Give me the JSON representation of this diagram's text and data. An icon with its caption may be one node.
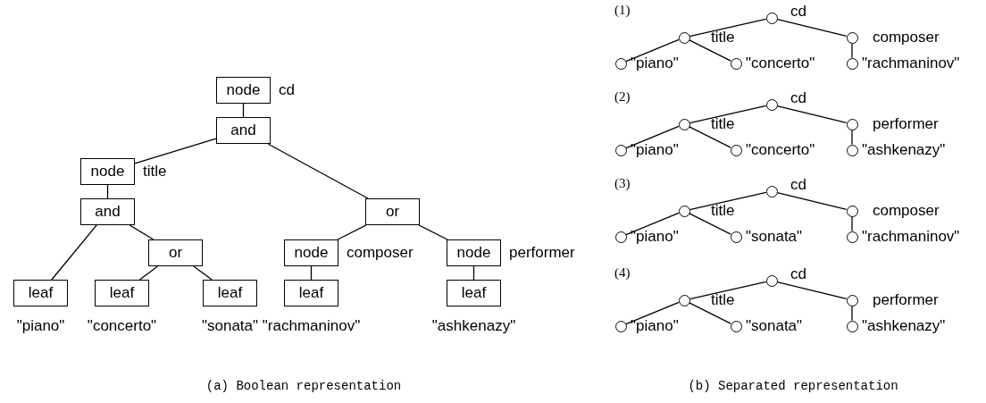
{
  "diagram": {
    "nodes": [
      {
        "text": [
          "node"
        ],
        "beside": [
          "cd"
        ]
      },
      {
        "text": [
          "and"
        ]
      },
      {
        "text": [
          "node"
        ],
        "beside": [
          "title"
        ]
      },
      {
        "text": [
          "and"
        ]
      },
      {
        "text": [
          "or"
        ]
      },
      {
        "text": [
          "leaf"
        ],
        "beside": [
          "\"piano\""
        ]
      },
      {
        "text": [
          "leaf"
        ],
        "beside": [
          "\"concerto\""
        ]
      },
      {
        "text": [
          "leaf"
        ],
        "beside": [
          "\"sonata\""
        ]
      },
      {
        "text": [
          "or"
        ]
      },
      {
        "text": [
          "node"
        ],
        "beside": [
          "composer"
        ]
      },
      {
        "text": [
          "leaf"
        ],
        "beside": [
          "\"rachmaninov\""
        ]
      },
      {
        "text": [
          "node"
        ],
        "beside": [
          "performer"
        ]
      },
      {
        "text": [
          "leaf"
        ],
        "beside": [
          "\"ashkenazy\""
        ]
      },
      {
        "text": [],
        "shape": "circle",
        "beside": [
          "cd"
        ]
      },
      {
        "text": [],
        "shape": "circle",
        "beside": [
          "title"
        ]
      },
      {
        "text": [],
        "shape": "circle",
        "beside": [
          "\"piano\""
        ]
      },
      {
        "text": [],
        "shape": "circle",
        "beside": [
          "\"concerto\""
        ]
      },
      {
        "text": [],
        "shape": "circle",
        "beside": [
          "composer"
        ]
      },
      {
        "text": [],
        "shape": "circle",
        "beside": [
          "\"rachmaninov\""
        ]
      },
      {
        "text": [],
        "shape": "circle",
        "beside": [
          "cd"
        ]
      },
      {
        "text": [],
        "shape": "circle",
        "beside": [
          "title"
        ]
      },
      {
        "text": [],
        "shape": "circle",
        "beside": [
          "\"piano\""
        ]
      },
      {
        "text": [],
        "shape": "circle",
        "beside": [
          "\"concerto\""
        ]
      },
      {
        "text": [],
        "shape": "circle",
        "beside": [
          "performer"
        ]
      },
      {
        "text": [],
        "shape": "circle",
        "beside": [
          "\"ashkenazy\""
        ]
      },
      {
        "text": [],
        "shape": "circle",
        "beside": [
          "cd"
        ]
      },
      {
        "text": [],
        "shape": "circle",
        "beside": [
          "title"
        ]
      },
      {
        "text": [],
        "shape": "circle",
        "beside": [
          "\"piano\""
        ]
      },
      {
        "text": [],
        "shape": "circle",
        "beside": [
          "\"sonata\""
        ]
      },
      {
        "text": [],
        "shape": "circle",
        "beside": [
          "composer"
        ]
      },
      {
        "text": [],
        "shape": "circle",
        "beside": [
          "\"rachmaninov\""
        ]
      },
      {
        "text": [],
        "shape": "circle",
        "beside": [
          "cd"
        ]
      },
      {
        "text": [],
        "shape": "circle",
        "beside": [
          "title"
        ]
      },
      {
        "text": [],
        "shape": "circle",
        "beside": [
          "\"piano\""
        ]
      },
      {
        "text": [],
        "shape": "circle",
        "beside": [
          "\"sonata\""
        ]
      },
      {
        "text": [],
        "shape": "circle",
        "beside": [
          "performer"
        ]
      },
      {
        "text": [],
        "shape": "circle",
        "beside": [
          "\"ashkenazy\""
        ]
      }
    ],
    "edges": [
      {
        "from": 0,
        "to": 1,
        "arrow": "none"
      },
      {
        "from": 1,
        "to": 2,
        "arrow": "none"
      },
      {
        "from": 1,
        "to": 8,
        "arrow": "none"
      },
      {
        "from": 2,
        "to": 3,
        "arrow": "none"
      },
      {
        "from": 3,
        "to": 5,
        "arrow": "none"
      },
      {
        "from": 3,
        "to": 4,
        "arrow": "none"
      },
      {
        "from": 4,
        "to": 6,
        "arrow": "none"
      },
      {
        "from": 4,
        "to": 7,
        "arrow": "none"
      },
      {
        "from": 8,
        "to": 9,
        "arrow": "none"
      },
      {
        "from": 8,
        "to": 11,
        "arrow": "none"
      },
      {
        "from": 9,
        "to": 10,
        "arrow": "none"
      },
      {
        "from": 11,
        "to": 12,
        "arrow": "none"
      },
      {
        "from": 13,
        "to": 14,
        "arrow": "none"
      },
      {
        "from": 13,
        "to": 17,
        "arrow": "none"
      },
      {
        "from": 14,
        "to": 15,
        "arrow": "none"
      },
      {
        "from": 14,
        "to": 16,
        "arrow": "none"
      },
      {
        "from": 17,
        "to": 18,
        "arrow": "none"
      },
      {
        "from": 19,
        "to": 20,
        "arrow": "none"
      },
      {
        "from": 19,
        "to": 23,
        "arrow": "none"
      },
      {
        "from": 20,
        "to": 21,
        "arrow": "none"
      },
      {
        "from": 20,
        "to": 22,
        "arrow": "none"
      },
      {
        "from": 23,
        "to": 24,
        "arrow": "none"
      },
      {
        "from": 25,
        "to": 26,
        "arrow": "none"
      },
      {
        "from": 25,
        "to": 29,
        "arrow": "none"
      },
      {
        "from": 26,
        "to": 27,
        "arrow": "none"
      },
      {
        "from": 26,
        "to": 28,
        "arrow": "none"
      },
      {
        "from": 29,
        "to": 30,
        "arrow": "none"
      },
      {
        "from": 31,
        "to": 32,
        "arrow": "none"
      },
      {
        "from": 31,
        "to": 35,
        "arrow": "none"
      },
      {
        "from": 32,
        "to": 33,
        "arrow": "none"
      },
      {
        "from": 32,
        "to": 34,
        "arrow": "none"
      },
      {
        "from": 35,
        "to": 36,
        "arrow": "none"
      }
    ],
    "labels": [
      "(1)",
      "(2)",
      "(3)",
      "(4)",
      "(a) Boolean representation",
      "(b) Separated representation"
    ]
  }
}
